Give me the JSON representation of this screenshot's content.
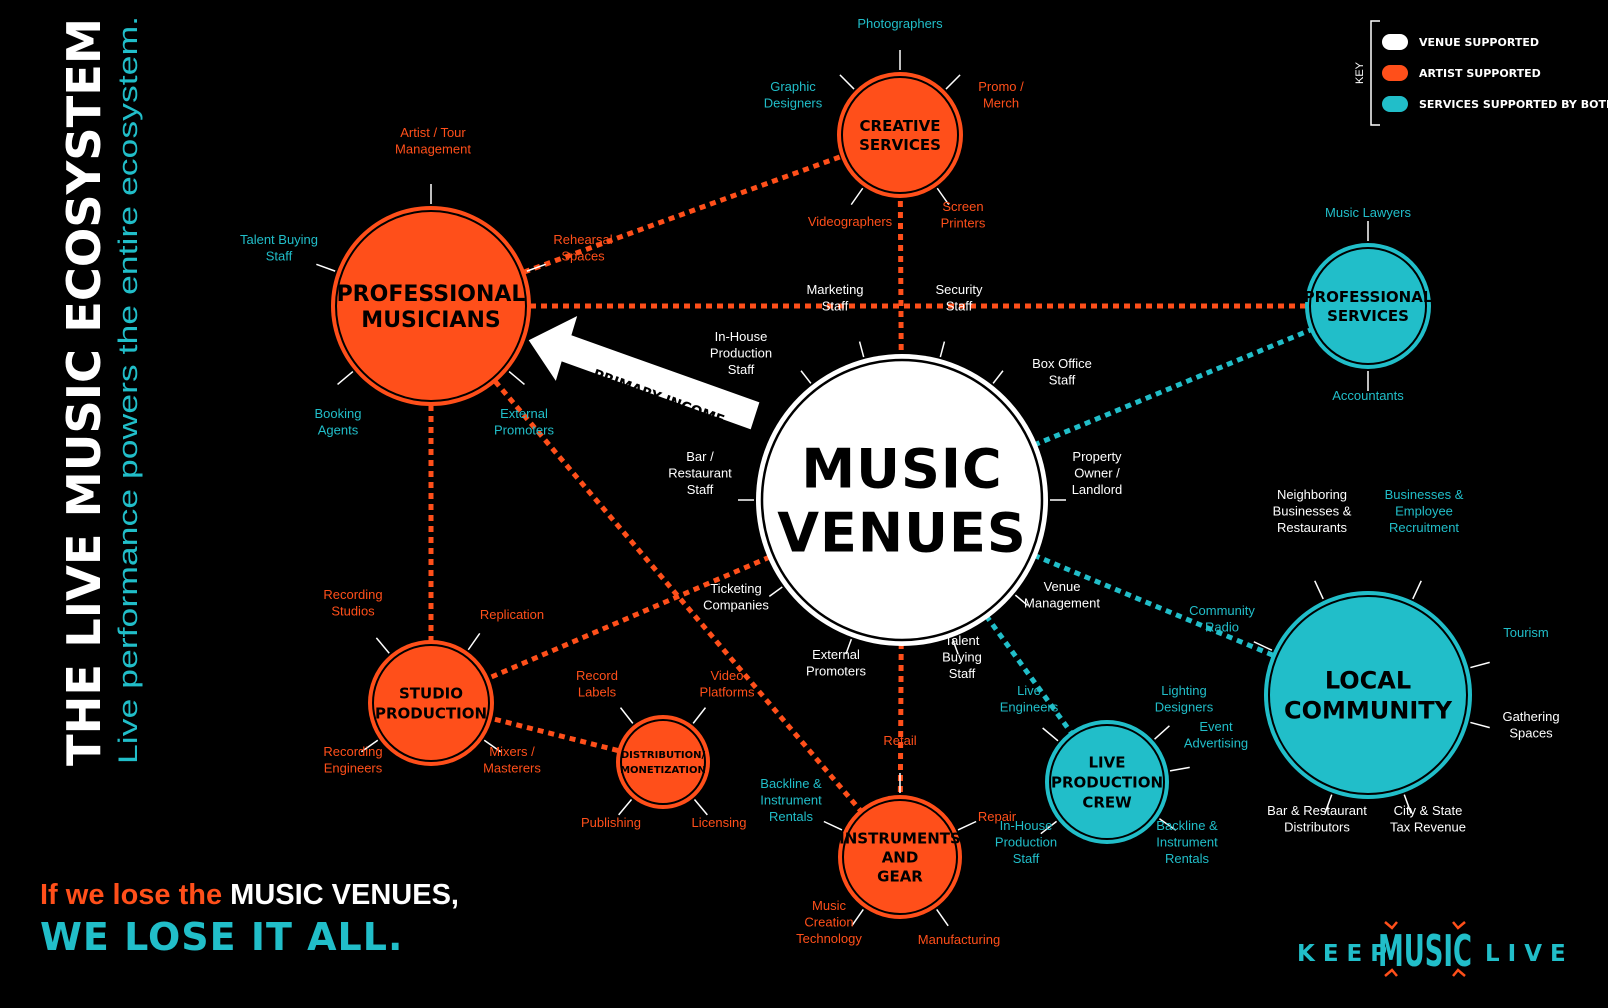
{
  "title": "THE LIVE MUSIC ECOSYSTEM",
  "subtitle": "Live performance powers the entire ecosystem.",
  "colors": {
    "artist": "#ff4f1a",
    "both": "#21bec9",
    "venue": "#ffffff",
    "background": "#000000"
  },
  "key": {
    "label": "KEY",
    "items": [
      {
        "label": "VENUE SUPPORTED",
        "color": "#ffffff"
      },
      {
        "label": "ARTIST SUPPORTED",
        "color": "#ff4f1a"
      },
      {
        "label": "SERVICES SUPPORTED BY BOTH",
        "color": "#21bec9"
      }
    ]
  },
  "hubs": [
    {
      "id": "venues",
      "lines": [
        "MUSIC",
        "VENUES"
      ],
      "type": "venue"
    },
    {
      "id": "musicians",
      "lines": [
        "PROFESSIONAL",
        "MUSICIANS"
      ],
      "type": "artist"
    },
    {
      "id": "creative",
      "lines": [
        "CREATIVE",
        "SERVICES"
      ],
      "type": "artist"
    },
    {
      "id": "pro",
      "lines": [
        "PROFESSIONAL",
        "SERVICES"
      ],
      "type": "both"
    },
    {
      "id": "local",
      "lines": [
        "LOCAL",
        "COMMUNITY"
      ],
      "type": "both"
    },
    {
      "id": "studio",
      "lines": [
        "STUDIO",
        "PRODUCTION"
      ],
      "type": "artist"
    },
    {
      "id": "dist",
      "lines": [
        "DISTRIBUTION/",
        "MONETIZATION"
      ],
      "type": "artist"
    },
    {
      "id": "instr",
      "lines": [
        "INSTRUMENTS",
        "AND",
        "GEAR"
      ],
      "type": "artist"
    },
    {
      "id": "crew",
      "lines": [
        "LIVE",
        "PRODUCTION",
        "CREW"
      ],
      "type": "both"
    }
  ],
  "arrow_label": "PRIMARY INCOME",
  "labels": [
    {
      "lines": [
        "Photographers"
      ],
      "type": "both"
    },
    {
      "lines": [
        "Graphic",
        "Designers"
      ],
      "type": "both"
    },
    {
      "lines": [
        "Promo /",
        "Merch"
      ],
      "type": "artist"
    },
    {
      "lines": [
        "Videographers"
      ],
      "type": "artist"
    },
    {
      "lines": [
        "Screen",
        "Printers"
      ],
      "type": "artist"
    },
    {
      "lines": [
        "Artist / Tour",
        "Management"
      ],
      "type": "artist"
    },
    {
      "lines": [
        "Talent Buying",
        "Staff"
      ],
      "type": "both"
    },
    {
      "lines": [
        "Rehearsal",
        "Spaces"
      ],
      "type": "artist"
    },
    {
      "lines": [
        "Booking",
        "Agents"
      ],
      "type": "both"
    },
    {
      "lines": [
        "External",
        "Promoters"
      ],
      "type": "both"
    },
    {
      "lines": [
        "Marketing",
        "Staff"
      ],
      "type": "venue"
    },
    {
      "lines": [
        "Security",
        "Staff"
      ],
      "type": "venue"
    },
    {
      "lines": [
        "In-House",
        "Production",
        "Staff"
      ],
      "type": "venue"
    },
    {
      "lines": [
        "Box Office",
        "Staff"
      ],
      "type": "venue"
    },
    {
      "lines": [
        "Bar /",
        "Restaurant",
        "Staff"
      ],
      "type": "venue"
    },
    {
      "lines": [
        "Property",
        "Owner /",
        "Landlord"
      ],
      "type": "venue"
    },
    {
      "lines": [
        "Ticketing",
        "Companies"
      ],
      "type": "venue"
    },
    {
      "lines": [
        "Venue",
        "Management"
      ],
      "type": "venue"
    },
    {
      "lines": [
        "External",
        "Promoters"
      ],
      "type": "venue"
    },
    {
      "lines": [
        "Talent",
        "Buying",
        "Staff"
      ],
      "type": "venue"
    },
    {
      "lines": [
        "Music Lawyers"
      ],
      "type": "both"
    },
    {
      "lines": [
        "Accountants"
      ],
      "type": "both"
    },
    {
      "lines": [
        "Neighboring",
        "Businesses &",
        "Restaurants"
      ],
      "type": "venue"
    },
    {
      "lines": [
        "Businesses &",
        "Employee",
        "Recruitment"
      ],
      "type": "both"
    },
    {
      "lines": [
        "Community",
        "Radio"
      ],
      "type": "both"
    },
    {
      "lines": [
        "Tourism"
      ],
      "type": "both"
    },
    {
      "lines": [
        "Gathering",
        "Spaces"
      ],
      "type": "venue"
    },
    {
      "lines": [
        "Bar & Restaurant",
        "Distributors"
      ],
      "type": "venue"
    },
    {
      "lines": [
        "City & State",
        "Tax Revenue"
      ],
      "type": "venue"
    },
    {
      "lines": [
        "Recording",
        "Studios"
      ],
      "type": "artist"
    },
    {
      "lines": [
        "Replication"
      ],
      "type": "artist"
    },
    {
      "lines": [
        "Recording",
        "Engineers"
      ],
      "type": "artist"
    },
    {
      "lines": [
        "Mixers /",
        "Masterers"
      ],
      "type": "artist"
    },
    {
      "lines": [
        "Record",
        "Labels"
      ],
      "type": "artist"
    },
    {
      "lines": [
        "Video",
        "Platforms"
      ],
      "type": "artist"
    },
    {
      "lines": [
        "Publishing"
      ],
      "type": "artist"
    },
    {
      "lines": [
        "Licensing"
      ],
      "type": "artist"
    },
    {
      "lines": [
        "Retail"
      ],
      "type": "artist"
    },
    {
      "lines": [
        "Backline &",
        "Instrument",
        "Rentals"
      ],
      "type": "both"
    },
    {
      "lines": [
        "Repair"
      ],
      "type": "artist"
    },
    {
      "lines": [
        "Music",
        "Creation",
        "Technology"
      ],
      "type": "artist"
    },
    {
      "lines": [
        "Manufacturing"
      ],
      "type": "artist"
    },
    {
      "lines": [
        "Live",
        "Engineers"
      ],
      "type": "both"
    },
    {
      "lines": [
        "Lighting",
        "Designers"
      ],
      "type": "both"
    },
    {
      "lines": [
        "Event",
        "Advertising"
      ],
      "type": "both"
    },
    {
      "lines": [
        "In-House",
        "Production",
        "Staff"
      ],
      "type": "both"
    },
    {
      "lines": [
        "Backline &",
        "Instrument",
        "Rentals"
      ],
      "type": "both"
    }
  ],
  "footer": {
    "line1_lead": "If we lose the ",
    "line1_emph": "MUSIC VENUES,",
    "line2": "WE LOSE IT ALL."
  },
  "brand": {
    "left": "KEEP",
    "middle": "MUSIC",
    "right": "LIVE"
  }
}
